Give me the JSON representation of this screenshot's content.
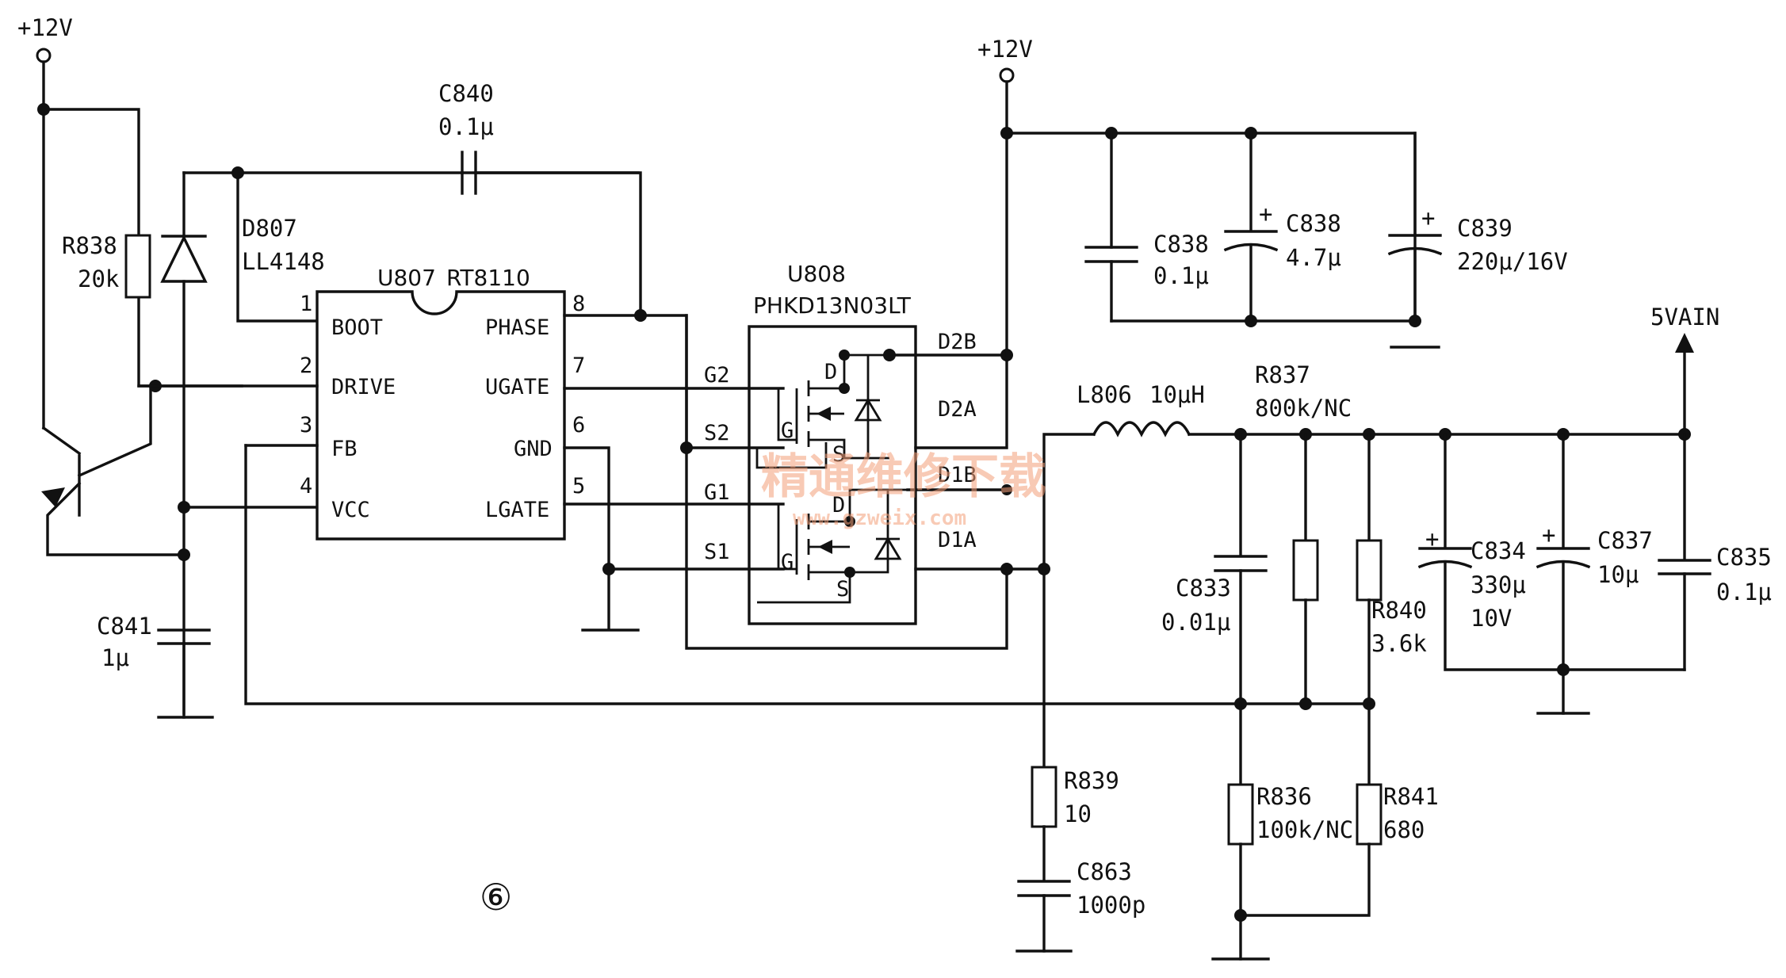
{
  "supplies": {
    "vin_left": "+12V",
    "vin_right": "+12V",
    "output": "5VAIN"
  },
  "u807": {
    "ref": "U807",
    "part": "RT8110",
    "left_pins": [
      {
        "num": "1",
        "name": "BOOT"
      },
      {
        "num": "2",
        "name": "DRIVE"
      },
      {
        "num": "3",
        "name": "FB"
      },
      {
        "num": "4",
        "name": "VCC"
      }
    ],
    "right_pins": [
      {
        "num": "8",
        "name": "PHASE"
      },
      {
        "num": "7",
        "name": "UGATE"
      },
      {
        "num": "6",
        "name": "GND"
      },
      {
        "num": "5",
        "name": "LGATE"
      }
    ]
  },
  "u808": {
    "ref": "U808",
    "part": "PHKD13N03LT",
    "left_pins": [
      "G2",
      "S2",
      "G1",
      "S1"
    ],
    "right_pins": [
      "D2B",
      "D2A",
      "D1B",
      "D1A"
    ],
    "mosfet_pins": {
      "drain": "D",
      "gate": "G",
      "source": "S"
    }
  },
  "components": {
    "c840": {
      "ref": "C840",
      "value": "0.1μ"
    },
    "d807": {
      "ref": "D807",
      "value": "LL4148"
    },
    "r838": {
      "ref": "R838",
      "value": "20k"
    },
    "c841": {
      "ref": "C841",
      "value": "1μ"
    },
    "c838a": {
      "ref": "C838",
      "value": "0.1μ"
    },
    "c838b": {
      "ref": "C838",
      "value": "4.7μ"
    },
    "c839": {
      "ref": "C839",
      "value": "220μ/16V"
    },
    "l806": {
      "ref": "L806",
      "value": "10μH"
    },
    "r837": {
      "ref": "R837",
      "value": "800k/NC"
    },
    "c833": {
      "ref": "C833",
      "value": "0.01μ"
    },
    "r840": {
      "ref": "R840",
      "value": "3.6k"
    },
    "c834": {
      "ref": "C834",
      "value": "330μ",
      "rating": "10V"
    },
    "c837": {
      "ref": "C837",
      "value": "10μ"
    },
    "c835": {
      "ref": "C835",
      "value": "0.1μ"
    },
    "r839": {
      "ref": "R839",
      "value": "10"
    },
    "c863": {
      "ref": "C863",
      "value": "1000p"
    },
    "r836": {
      "ref": "R836",
      "value": "100k/NC"
    },
    "r841": {
      "ref": "R841",
      "value": "680"
    }
  },
  "figure_marker": "⑥",
  "watermark": {
    "title": "精通维修下载",
    "url": "www.gzweix.com"
  }
}
